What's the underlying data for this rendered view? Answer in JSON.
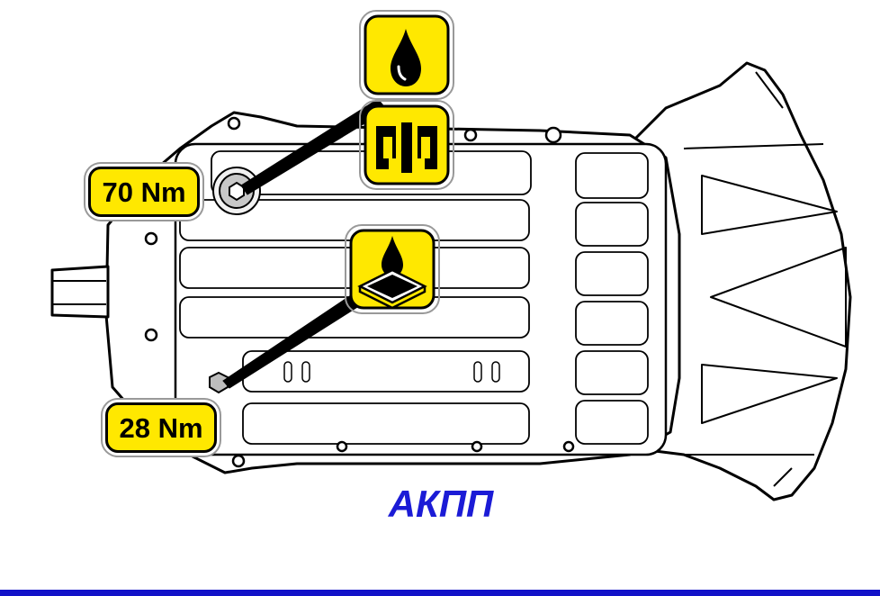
{
  "diagram": {
    "caption": "АКПП",
    "torque_labels": {
      "fill_plug": "70 Nm",
      "drain_plug": "28 Nm"
    },
    "icons": {
      "fill_plug": [
        "oil-drop-icon",
        "plug-seal-icon"
      ],
      "drain_plug": [
        "oil-drain-pan-icon"
      ]
    }
  },
  "colors": {
    "label_fill": "#ffe800",
    "caption": "#1b1bd6",
    "bottom_bar": "#1212c8",
    "outline": "#000000"
  }
}
